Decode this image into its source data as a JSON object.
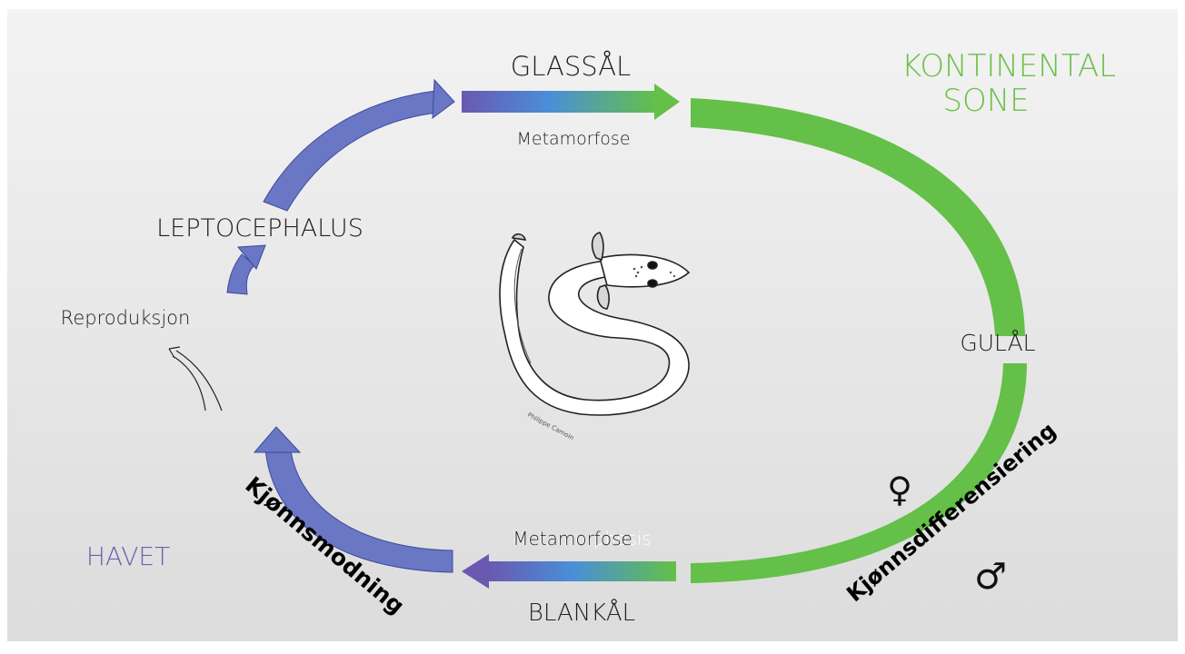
{
  "labels": {
    "glassal": "GLASSÅL",
    "metamorfose_top": "Metamorfose",
    "kontinental_line1": "KONTINENTAL",
    "kontinental_line2": "SONE",
    "leptocephalus": "LEPTOCEPHALUS",
    "reproduksjon": "Reproduksjon",
    "gulal": "GULÅL",
    "kjonnsdifferensiering": "Kjønnsdifferensiering",
    "female_symbol": "♀",
    "male_symbol": "♂",
    "metamorfose_bottom": "Metamorfose",
    "metamorfose_bottom_ghost": "Metamorphosis",
    "blankal": "BLANKÅL",
    "havet": "HAVET",
    "kjonnsmodning": "Kjønnsmodning",
    "illustration_credit": "Philippe Camoin"
  },
  "colors": {
    "continental_green": "#6cc04a",
    "ocean_purple": "#6e63a8",
    "arrow_blue": "#6a77c4",
    "arrow_green": "#64c048",
    "gradient_mid": "#4a8ed8"
  },
  "icons": [
    "eel-illustration",
    "female-symbol",
    "male-symbol"
  ]
}
